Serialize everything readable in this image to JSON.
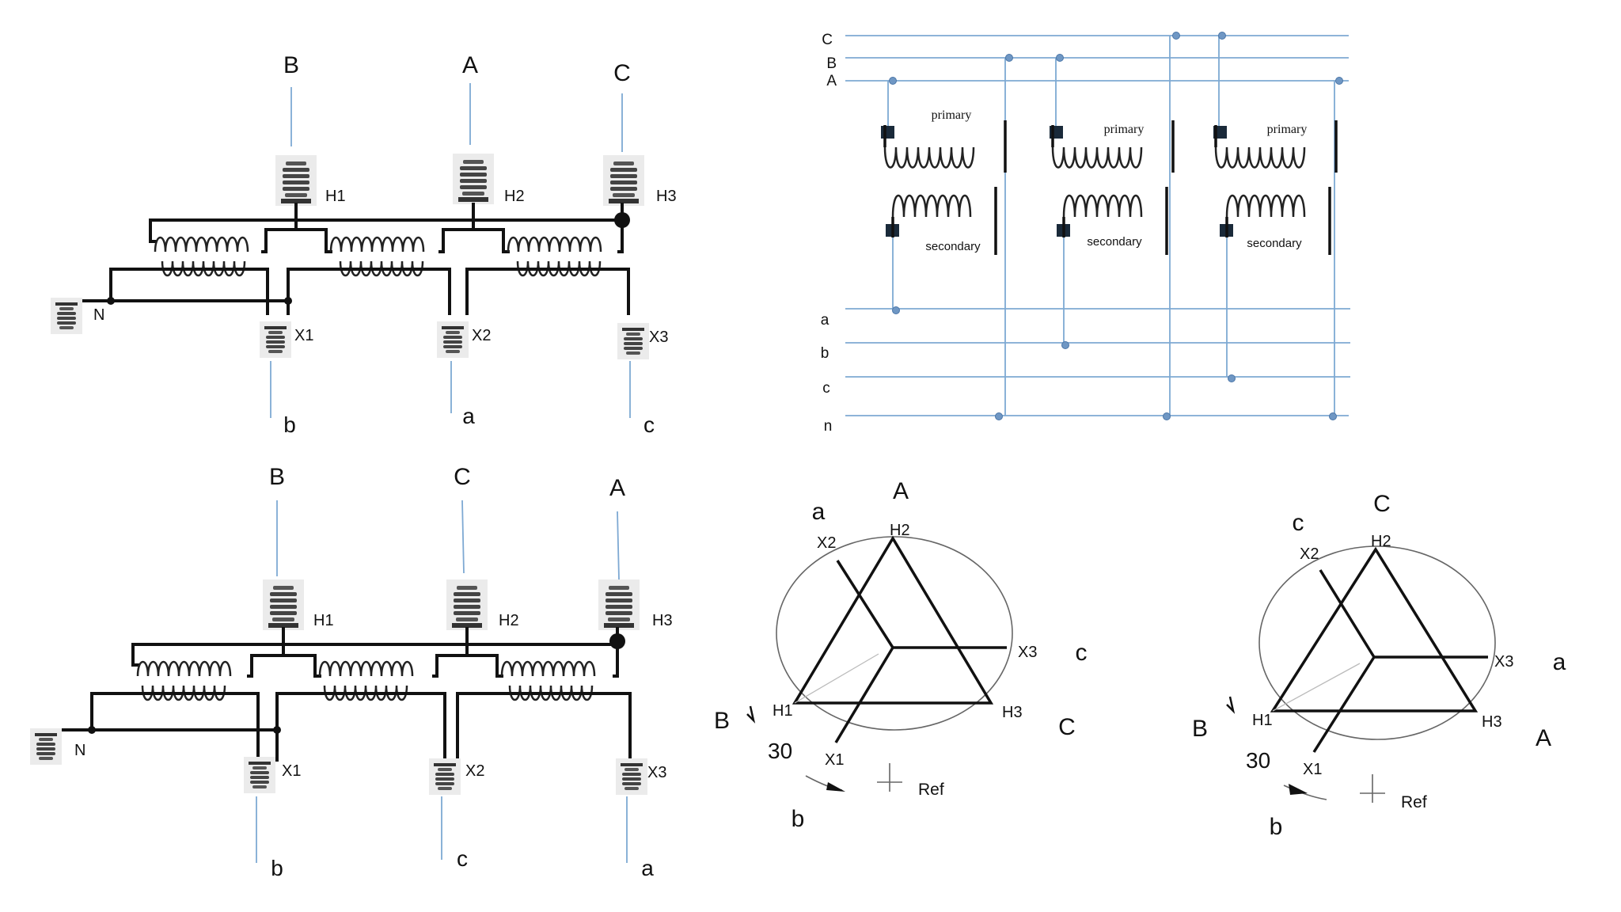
{
  "wye_diagrams": [
    {
      "line_labels": [
        "B",
        "A",
        "C"
      ],
      "bushing_labels": [
        "H1",
        "H2",
        "H3"
      ],
      "secondary_labels": [
        "X1",
        "X2",
        "X3"
      ],
      "load_labels": [
        "b",
        "a",
        "c"
      ],
      "neutral_label": "N"
    },
    {
      "line_labels": [
        "B",
        "C",
        "A"
      ],
      "bushing_labels": [
        "H1",
        "H2",
        "H3"
      ],
      "secondary_labels": [
        "X1",
        "X2",
        "X3"
      ],
      "load_labels": [
        "b",
        "c",
        "a"
      ],
      "neutral_label": "N"
    }
  ],
  "bank": {
    "bus_labels": [
      "C",
      "B",
      "A"
    ],
    "low_bus_labels": [
      "a",
      "b",
      "c",
      "n"
    ],
    "primary_label": "primary",
    "secondary_label": "secondary"
  },
  "phasors": [
    {
      "outer": {
        "top": "A",
        "top_small": "a",
        "right": "c",
        "bottom_right": "C",
        "left": "B",
        "bottom": "b"
      },
      "terminals": {
        "h1": "H1",
        "h2": "H2",
        "h3": "H3",
        "x1": "X1",
        "x2": "X2",
        "x3": "X3"
      },
      "angle": "30",
      "ref": "Ref"
    },
    {
      "outer": {
        "top": "C",
        "top_small": "c",
        "right": "a",
        "bottom_right": "A",
        "left": "B",
        "bottom": "b"
      },
      "terminals": {
        "h1": "H1",
        "h2": "H2",
        "h3": "H3",
        "x1": "X1",
        "x2": "X2",
        "x3": "X3"
      },
      "angle": "30",
      "ref": "Ref"
    }
  ]
}
